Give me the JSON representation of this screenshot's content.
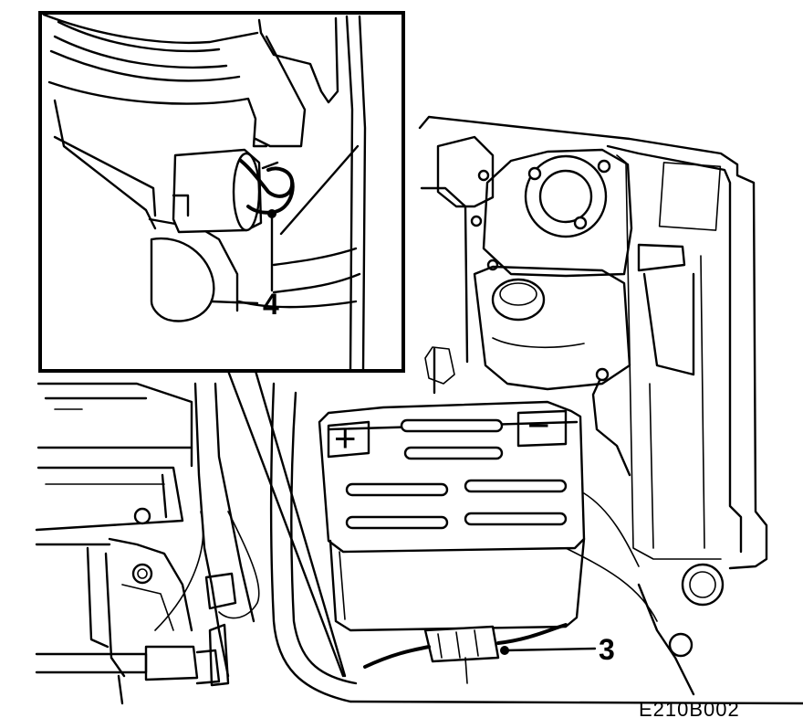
{
  "figure_code": "E210B002",
  "callouts": {
    "wire_connector": "3",
    "connector_clip": "4"
  },
  "battery_terminals": {
    "positive": "+",
    "negative": "−"
  }
}
